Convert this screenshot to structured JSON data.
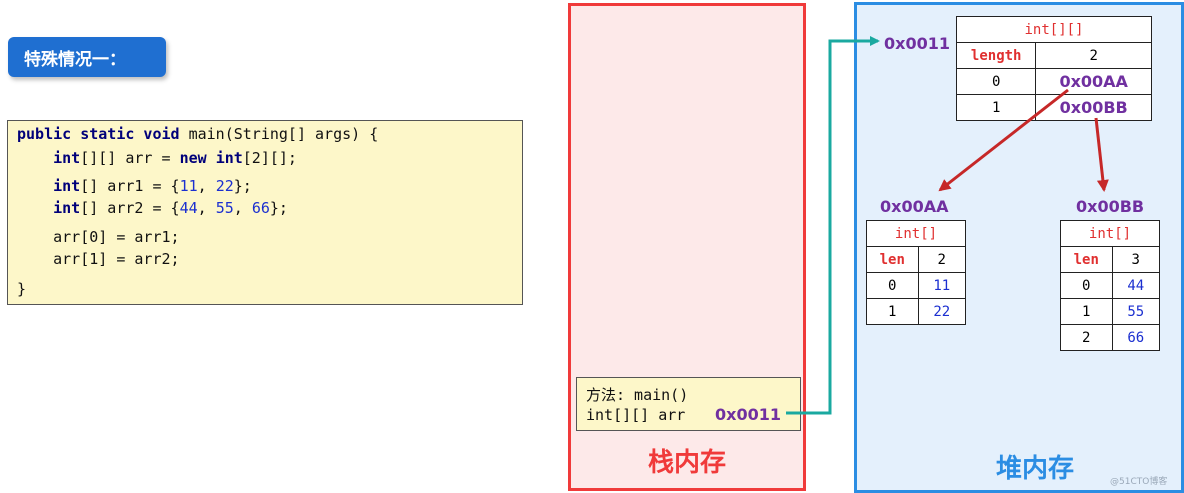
{
  "title": "特殊情况一：",
  "code": {
    "lines": [
      [
        {
          "t": "public static void",
          "kw": true
        },
        {
          "t": " main(String[] args) {"
        }
      ],
      [
        {
          "t": "    "
        },
        {
          "t": "int",
          "kw": true
        },
        {
          "t": "[][] arr = "
        },
        {
          "t": "new",
          "kw": true
        },
        {
          "t": " "
        },
        {
          "t": "int",
          "kw": true
        },
        {
          "t": "[2][];"
        }
      ],
      [
        {
          "t": "    "
        },
        {
          "t": "int",
          "kw": true
        },
        {
          "t": "[] arr1 = {"
        },
        {
          "t": "11",
          "num": true
        },
        {
          "t": ", "
        },
        {
          "t": "22",
          "num": true
        },
        {
          "t": "};"
        }
      ],
      [
        {
          "t": "    "
        },
        {
          "t": "int",
          "kw": true
        },
        {
          "t": "[] arr2 = {"
        },
        {
          "t": "44",
          "num": true
        },
        {
          "t": ", "
        },
        {
          "t": "55",
          "num": true
        },
        {
          "t": ", "
        },
        {
          "t": "66",
          "num": true
        },
        {
          "t": "};"
        }
      ],
      [
        {
          "t": "    arr[0] = arr1;"
        }
      ],
      [
        {
          "t": "    arr[1] = arr2;"
        }
      ],
      [
        {
          "t": "}"
        }
      ]
    ]
  },
  "stack": {
    "label": "栈内存",
    "frame": {
      "method": "方法: main()",
      "var": "int[][] arr",
      "value": "0x0011"
    }
  },
  "heap": {
    "label": "堆内存",
    "outer": {
      "address": "0x0011",
      "type": "int[][]",
      "length_label": "length",
      "length": "2",
      "rows": [
        {
          "index": "0",
          "value": "0x00AA"
        },
        {
          "index": "1",
          "value": "0x00BB"
        }
      ]
    },
    "inner_a": {
      "address": "0x00AA",
      "type": "int[]",
      "length_label": "len",
      "length": "2",
      "rows": [
        {
          "index": "0",
          "value": "11"
        },
        {
          "index": "1",
          "value": "22"
        }
      ]
    },
    "inner_b": {
      "address": "0x00BB",
      "type": "int[]",
      "length_label": "len",
      "length": "3",
      "rows": [
        {
          "index": "0",
          "value": "44"
        },
        {
          "index": "1",
          "value": "55"
        },
        {
          "index": "2",
          "value": "66"
        }
      ]
    }
  },
  "watermark": "@51CTO博客",
  "colors": {
    "stack_border": "#f03a3a",
    "heap_border": "#2b8de3",
    "arrow_teal": "#1aa9a0",
    "arrow_red": "#c62828",
    "address": "#7030a0"
  }
}
